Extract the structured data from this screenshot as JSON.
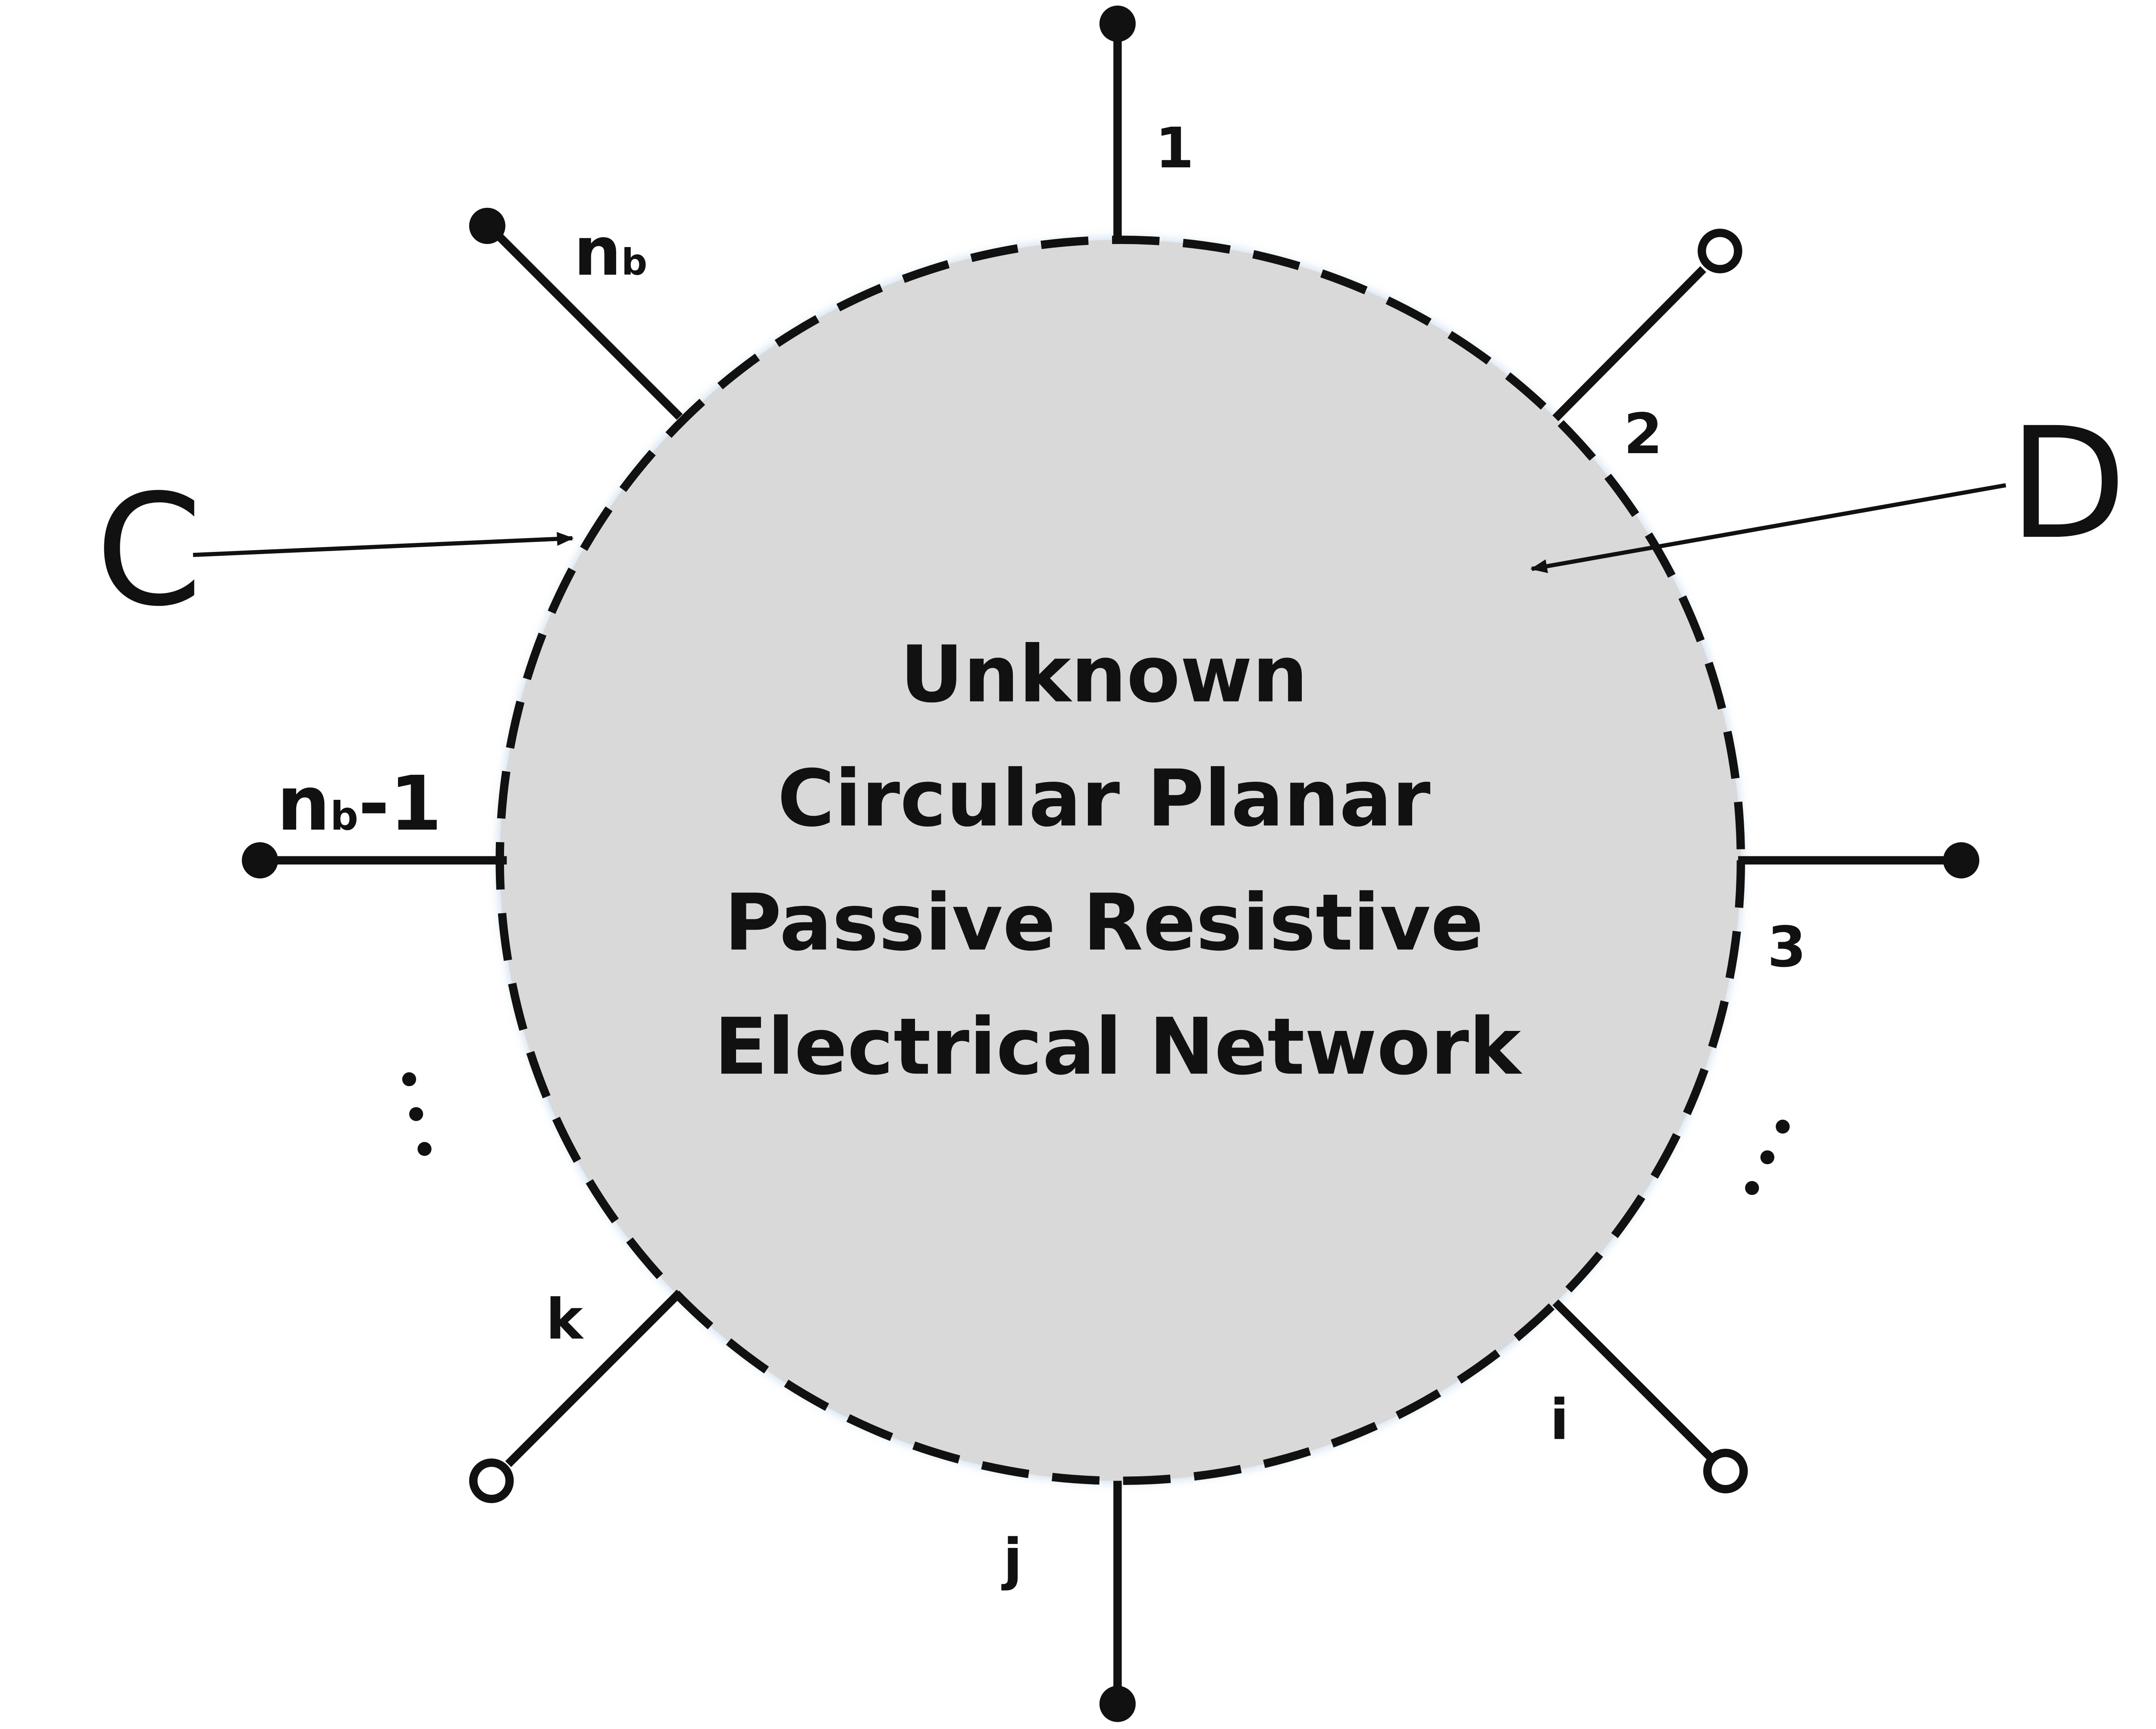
{
  "network": {
    "title_lines": [
      "Unknown",
      "Circular Planar",
      "Passive Resistive",
      "Electrical Network"
    ],
    "fill_color": "#d9d9d9",
    "boundary_style": "dashed"
  },
  "callouts": {
    "c_label": "C",
    "d_label": "D"
  },
  "terminals": {
    "t1": {
      "label": "1",
      "node": "filled"
    },
    "t2": {
      "label": "2",
      "node": "open"
    },
    "t3": {
      "label": "3",
      "node": "filled"
    },
    "ti": {
      "label": "i",
      "node": "open"
    },
    "tj": {
      "label": "j",
      "node": "filled"
    },
    "tk": {
      "label": "k",
      "node": "open"
    },
    "tnb1": {
      "label_base": "n",
      "label_sub": "b",
      "label_suffix": "-1",
      "node": "filled"
    },
    "tnb": {
      "label_base": "n",
      "label_sub": "b",
      "node": "filled"
    }
  },
  "ellipsis": {
    "left": "⋮",
    "right": "⋱"
  }
}
